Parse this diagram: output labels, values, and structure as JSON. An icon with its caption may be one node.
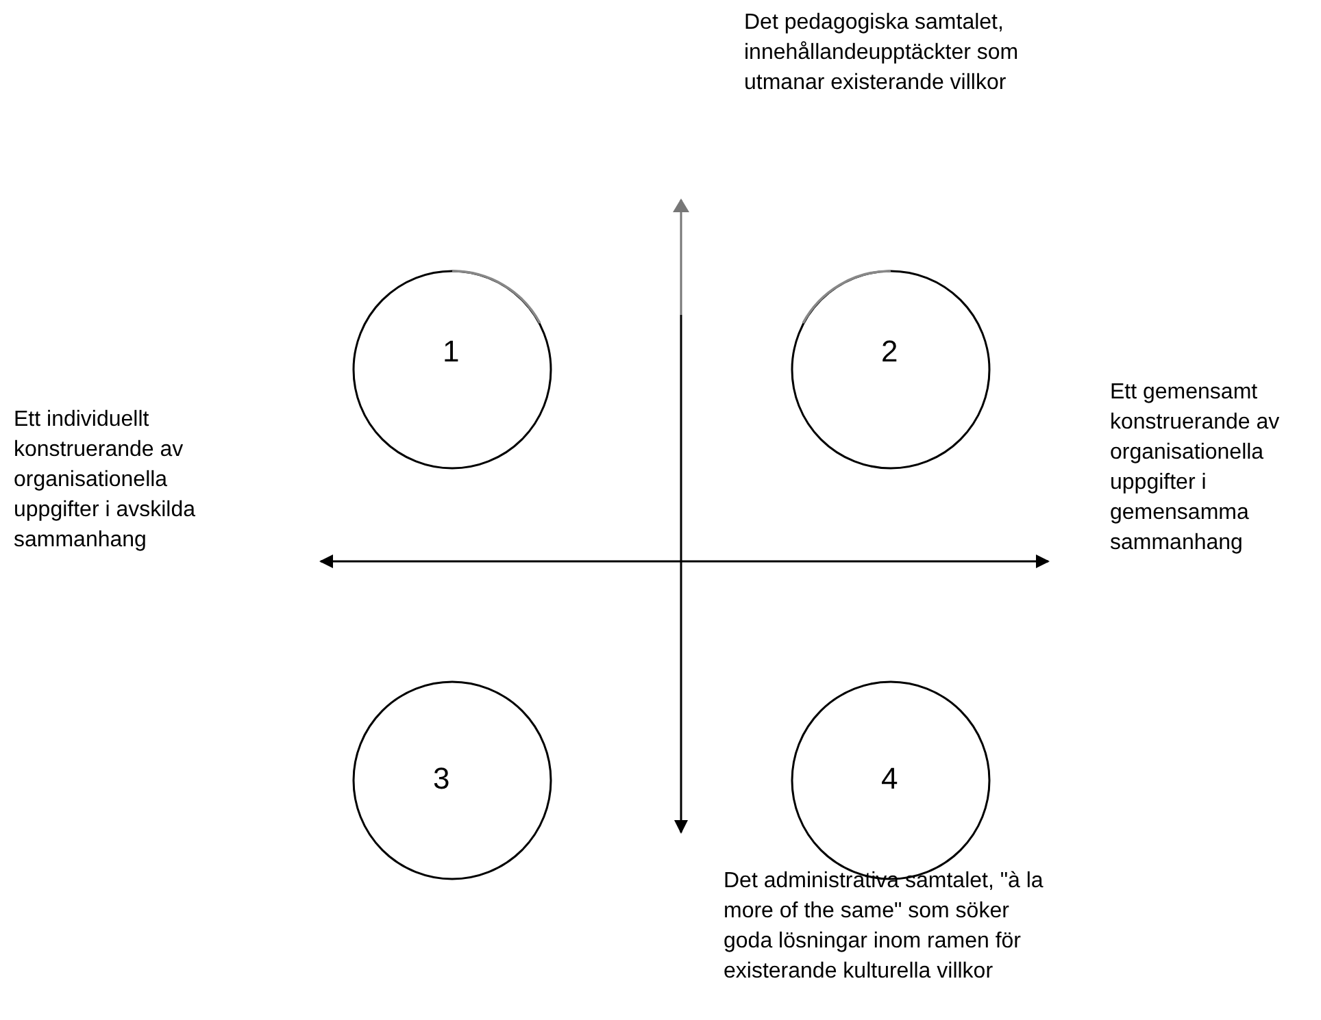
{
  "diagram": {
    "nodes": [
      {
        "text": [
          "1"
        ]
      },
      {
        "text": [
          "2"
        ]
      },
      {
        "text": [
          "3"
        ]
      },
      {
        "text": [
          "4"
        ]
      }
    ],
    "labels": [
      "Det pedagogiska samtalet, innehållandeupptäckter som utmanar existerande villkor",
      "Ett individuellt konstruerande av organisationella uppgifter i avskilda sammanhang",
      "Ett gemensamt konstruerande av organisationella uppgifter i gemensamma sammanhang",
      "Det administrativa samtalet, \"à la more of the same\" som söker goda lösningar inom ramen för existerande kulturella villkor"
    ]
  }
}
